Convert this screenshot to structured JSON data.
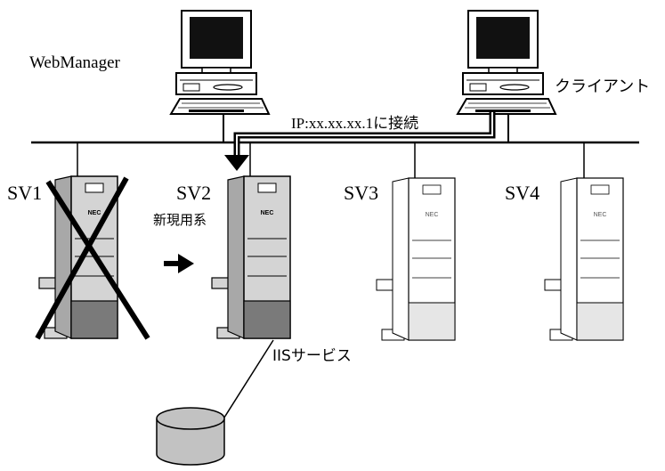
{
  "labels": {
    "webmanager": "WebManager",
    "client": "クライアント",
    "connection": "IP:xx.xx.xx.1に接続",
    "new_active": "新現用系",
    "iis_service": "IISサービス"
  },
  "servers": [
    {
      "id": "SV1",
      "label": "SV1",
      "state": "failed",
      "brand": "NEC"
    },
    {
      "id": "SV2",
      "label": "SV2",
      "state": "active",
      "brand": "NEC"
    },
    {
      "id": "SV3",
      "label": "SV3",
      "state": "standby",
      "brand": "NEC"
    },
    {
      "id": "SV4",
      "label": "SV4",
      "state": "standby",
      "brand": "NEC"
    }
  ],
  "colors": {
    "line": "#000000",
    "server_body_active": "#d4d4d4",
    "server_side_active": "#a8a8a8",
    "server_bottom_active": "#7a7a7a",
    "server_body_standby": "#ffffff",
    "server_bottom_standby": "#e6e6e6",
    "disk": "#c2c2c2",
    "monitor_screen": "#111111"
  }
}
